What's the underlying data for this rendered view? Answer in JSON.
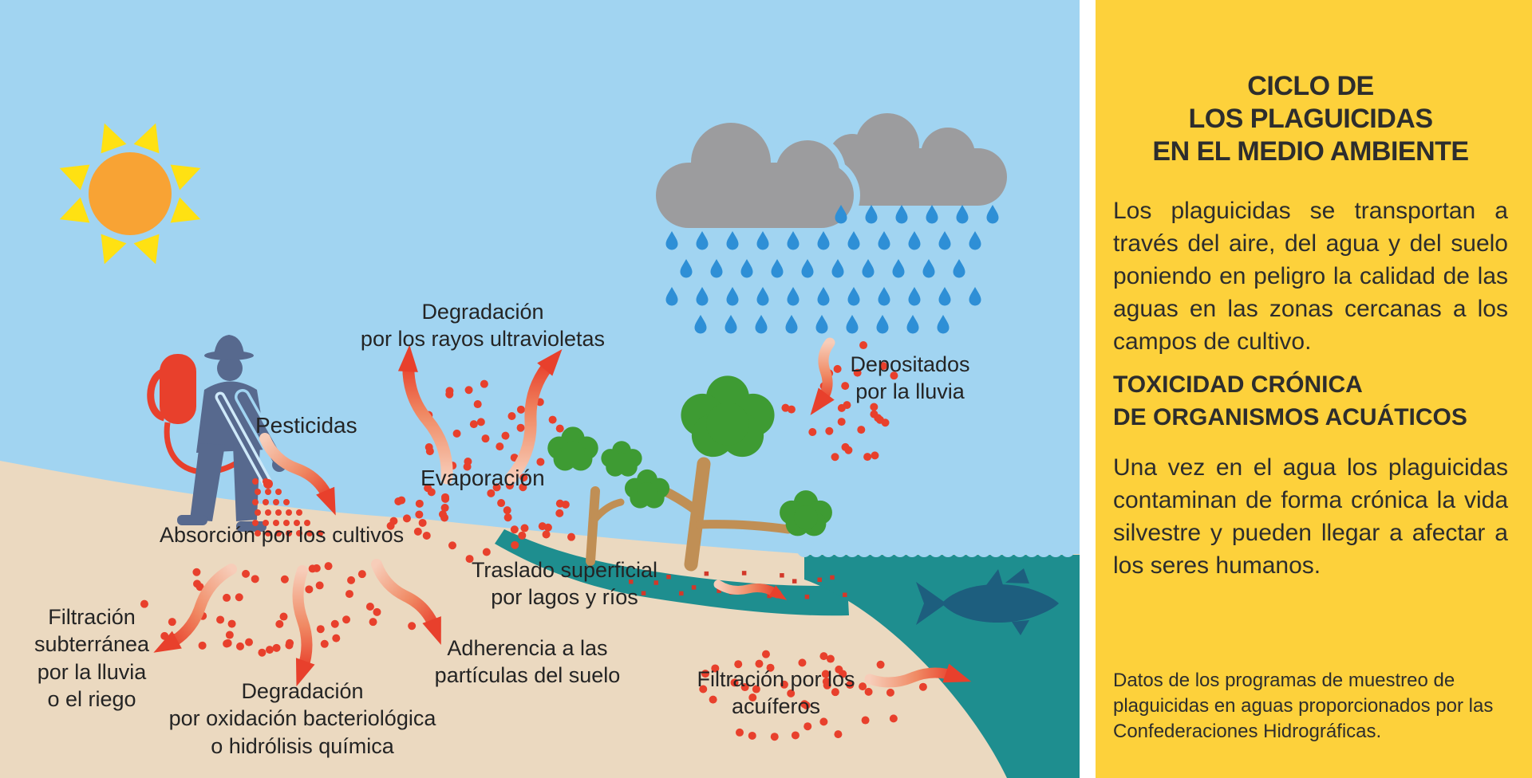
{
  "panel": {
    "title": "CICLO DE\nLOS PLAGUICIDAS\nEN EL MEDIO AMBIENTE",
    "paragraph1": "Los plaguicidas se transportan a través del aire, del agua y del suelo poniendo en peligro la calidad de las aguas en las zonas cercanas a los campos de cultivo.",
    "subheading": "TOXICIDAD CRÓNICA\nDE ORGANISMOS ACUÁTICOS",
    "paragraph2": "Una vez en el agua los plaguicidas contaminan de forma crónica la vida silvestre y pueden llegar a afectar a los seres humanos.",
    "footnote": "Datos de los programas de muestreo de plaguicidas en aguas proporcionados por las Confederaciones Hidrográficas."
  },
  "diagram": {
    "labels": {
      "pesticidas": "Pesticidas",
      "degradacion_uv": "Degradación\npor los rayos ultravioletas",
      "evaporacion": "Evaporación",
      "depositados": "Depositados\npor la lluvia",
      "absorcion": "Absorción por los cultivos",
      "filtracion_subterranea": "Filtración\nsubterránea\npor la lluvia\no el riego",
      "degradacion_oxidacion": "Degradación\npor oxidación bacteriológica\no hidrólisis química",
      "adherencia": "Adherencia a las\npartículas del suelo",
      "traslado": "Traslado superficial\npor lagos y ríos",
      "filtracion_acuiferos": "Filtración por los\nacuíferos"
    },
    "colors": {
      "sky": "#A1D4F1",
      "sand": "#EBD9C0",
      "sea": "#1E8E8F",
      "cloud": "#9C9C9E",
      "rain": "#2E8FD6",
      "sun_core": "#F8A334",
      "sun_rays": "#FFE112",
      "tree_green": "#3E9B33",
      "trunk": "#C08F55",
      "dot_red": "#E8402C",
      "figure_blue": "#57698E",
      "fish": "#1D5E7E",
      "panel_yellow": "#FDD13B",
      "text_dark": "#242424"
    }
  }
}
